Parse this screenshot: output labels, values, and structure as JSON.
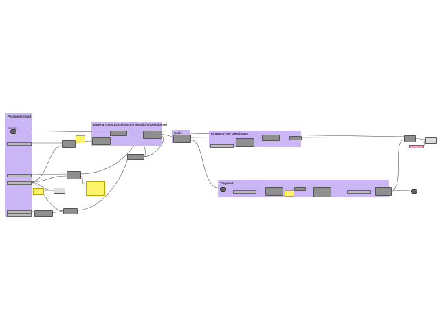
{
  "groups": {
    "parameter_input": "Parameter input",
    "move_copy": "Move & Copy (Geschosse) / Rotation (Geschosse)",
    "scale": "Scale",
    "extrusion": "Extrusion der Geschosse",
    "tragwerk": "Tragwerk"
  },
  "input_curve_label": "Input Curve",
  "colors": {
    "group": "#c8b2f5",
    "node": "#8f8f8f",
    "panel": "#fff36b",
    "wire": "#555555",
    "preview": "#f0a0c0"
  }
}
